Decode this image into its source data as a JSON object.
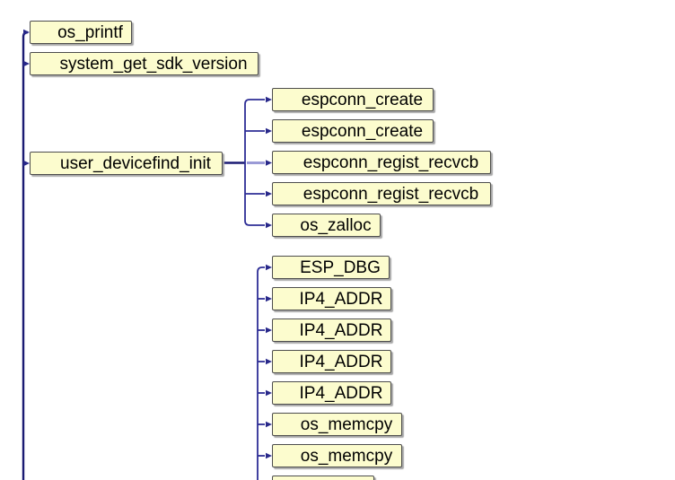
{
  "diagram": {
    "type": "call-graph",
    "colors": {
      "background": "#ffffff",
      "node_fill": "#FCFCCE",
      "node_border": "#4d4d4d",
      "node_shadow": "#a8a8a8",
      "edge_trunk": "#1A1A73",
      "edge_branch": "#2E2E96",
      "edge_highlight": "#9A9AD6",
      "arrowhead": "#28288A"
    },
    "nodes": [
      {
        "label": "os_printf"
      },
      {
        "label": "system_get_sdk_version"
      },
      {
        "label": "user_devicefind_init"
      },
      {
        "label": "espconn_create"
      },
      {
        "label": "espconn_create"
      },
      {
        "label": "espconn_regist_recvcb"
      },
      {
        "label": "espconn_regist_recvcb"
      },
      {
        "label": "os_zalloc"
      },
      {
        "label": "ESP_DBG"
      },
      {
        "label": "IP4_ADDR"
      },
      {
        "label": "IP4_ADDR"
      },
      {
        "label": "IP4_ADDR"
      },
      {
        "label": "IP4_ADDR"
      },
      {
        "label": "os_memcpy"
      },
      {
        "label": "os_memcpy"
      },
      {
        "label": ""
      }
    ]
  }
}
